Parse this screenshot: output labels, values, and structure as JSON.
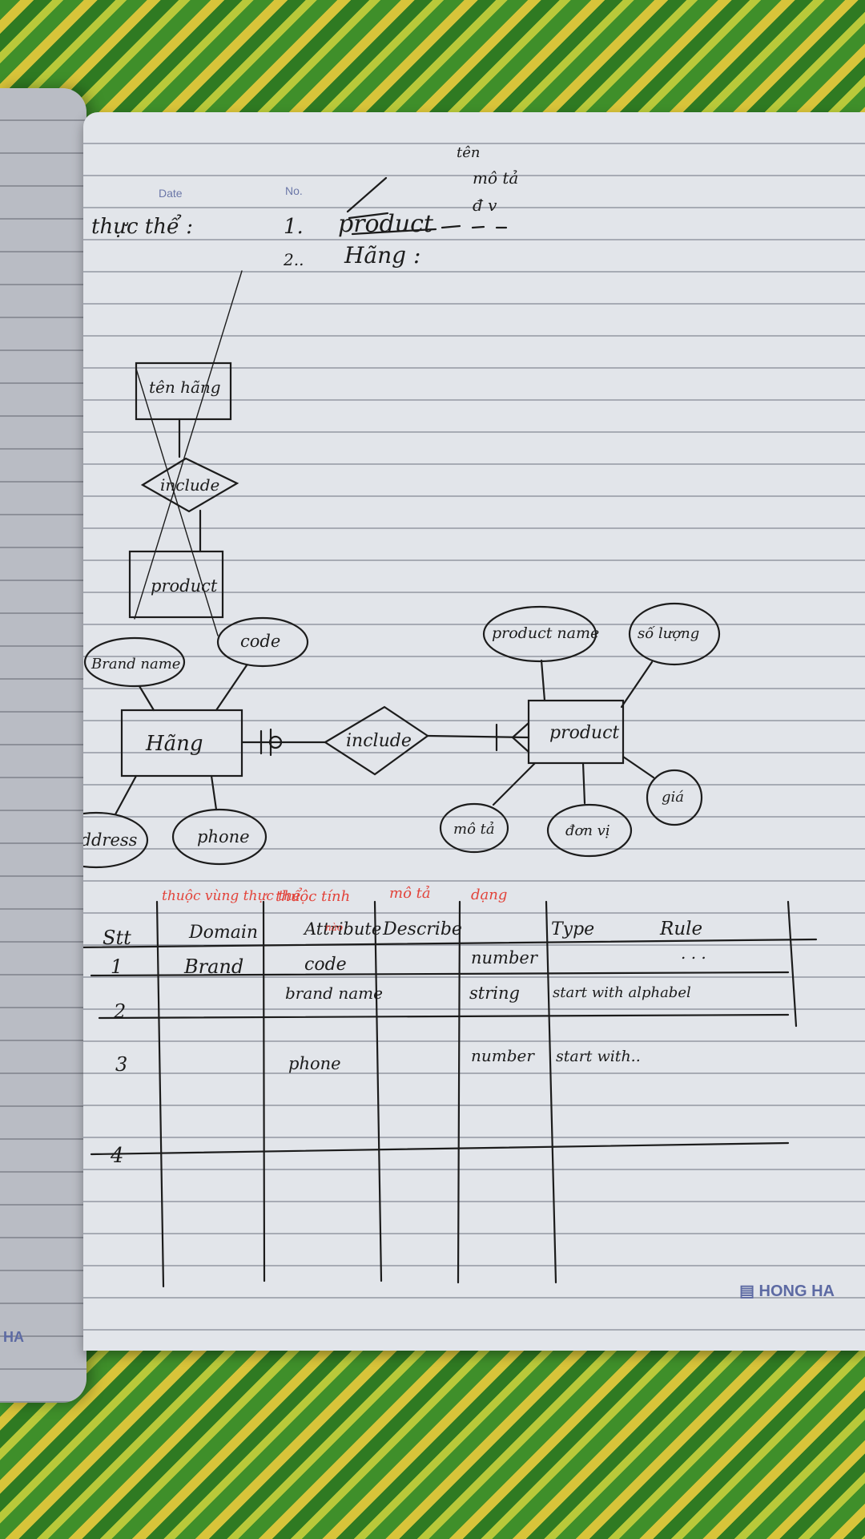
{
  "notebook": {
    "date_label": "Date",
    "no_label": "No.",
    "brand": "HONG HA",
    "left_brand": "HA"
  },
  "header_notes": {
    "heading": "thực thể :",
    "item1_num": "1.",
    "item1": "product",
    "item2_num": "2..",
    "item2": "Hãng :",
    "branch_ten": "tên",
    "branch_mo_ta": "mô tả",
    "branch_dv": "đ v"
  },
  "crossed_diagram": {
    "entity_top": "tên hãng",
    "relation": "include",
    "entity_bottom": "product"
  },
  "er_diagram": {
    "entity_left": "Hãng",
    "entity_right": "product",
    "relation": "include",
    "left_attributes": [
      "Brand name",
      "code",
      "address",
      "phone"
    ],
    "right_attributes": [
      "product name",
      "số lượng",
      "giá",
      "đơn vị",
      "mô tả"
    ]
  },
  "table": {
    "annotations": [
      "thuộc vùng thực thể",
      "nào",
      "thuộc tính",
      "mô tả",
      "dạng"
    ],
    "headers": [
      "Stt",
      "Domain",
      "Attribute",
      "Describe",
      "Type",
      "Rule"
    ],
    "rows": [
      {
        "stt": "1",
        "domain": "Brand",
        "attribute": "code",
        "type": "number",
        "rule": ". . ."
      },
      {
        "stt": "2",
        "attribute": "brand name",
        "type": "string",
        "rule": "start with alphabel"
      },
      {
        "stt": "3",
        "attribute": "phone",
        "type": "number",
        "rule": "start with.."
      },
      {
        "stt": "4"
      }
    ]
  }
}
